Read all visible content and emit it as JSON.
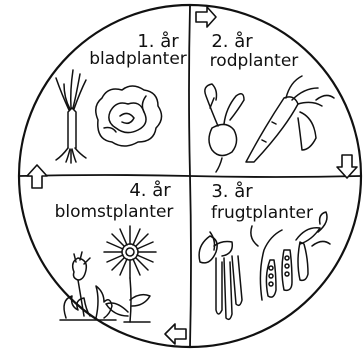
{
  "cycle": {
    "quadrants": [
      {
        "year": "1. år",
        "name": "bladplanter",
        "icon": "leek-and-lettuce"
      },
      {
        "year": "2. år",
        "name": "rodplanter",
        "icon": "beet-and-carrots"
      },
      {
        "year": "3. år",
        "name": "frugtplanter",
        "icon": "beans-and-peas"
      },
      {
        "year": "4. år",
        "name": "blomstplanter",
        "icon": "dandelion-and-daisy"
      }
    ],
    "arrows": [
      "arrow-right-icon",
      "arrow-down-icon",
      "arrow-left-icon",
      "arrow-up-icon"
    ],
    "colors": {
      "ink": "#111111",
      "background": "#ffffff"
    }
  }
}
